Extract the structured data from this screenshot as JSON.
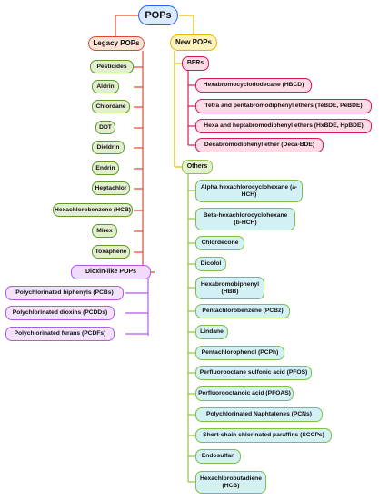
{
  "root": {
    "label": "POPs"
  },
  "legacy": {
    "label": "Legacy POPs",
    "items": [
      "Pesticides",
      "Aldrin",
      "Chlordane",
      "DDT",
      "Dieldrin",
      "Endrin",
      "Heptachlor",
      "Hexachlorobenzene (HCB)",
      "Mirex",
      "Toxaphene"
    ]
  },
  "dioxin": {
    "label": "Dioxin-like POPs",
    "items": [
      "Polychlorinated biphenyls (PCBs)",
      "Polychlorinated dioxins (PCDDs)",
      "Polychlorinated furans (PCDFs)"
    ]
  },
  "new_pops": {
    "label": "New POPs"
  },
  "bfrs": {
    "label": "BFRs",
    "items": [
      "Hexabromocyclododecane (HBCD)",
      "Tetra and pentabromodiphenyl ethers (TeBDE, PeBDE)",
      "Hexa and heptabromodiphenyl ethers (HxBDE, HpBDE)",
      "Decabromodiphenyl ether (Deca-BDE)"
    ]
  },
  "others": {
    "label": "Others",
    "items": [
      "Alpha hexachlorocyclohexane (a-HCH)",
      "Beta-hexachlorocyclohexane (b-HCH)",
      "Chlordecone",
      "Dicofol",
      "Hexabromobiphenyl (HBB)",
      "Pentachlorobenzene (PCBz)",
      "Lindane",
      "Pentachlorophenol (PCPh)",
      "Perfluorooctane sulfonic acid (PFOS)",
      "Perfluorooctanoic acid (PFOAS)",
      "Polychlorinated Naphtalenes (PCNs)",
      "Short-chain chlorinated paraffins (SCCPs)",
      "Endosulfan",
      "Hexachlorobutadiene (HCB)"
    ]
  },
  "colors": {
    "root": "#2563eb",
    "legacy": "#e0492c",
    "legacy_items": "#5c9a2c",
    "new_pops": "#e7b400",
    "dioxin": "#b15be6",
    "bfr": "#d61a59",
    "others": "#8cc63f",
    "other_items": "#7cc243"
  }
}
